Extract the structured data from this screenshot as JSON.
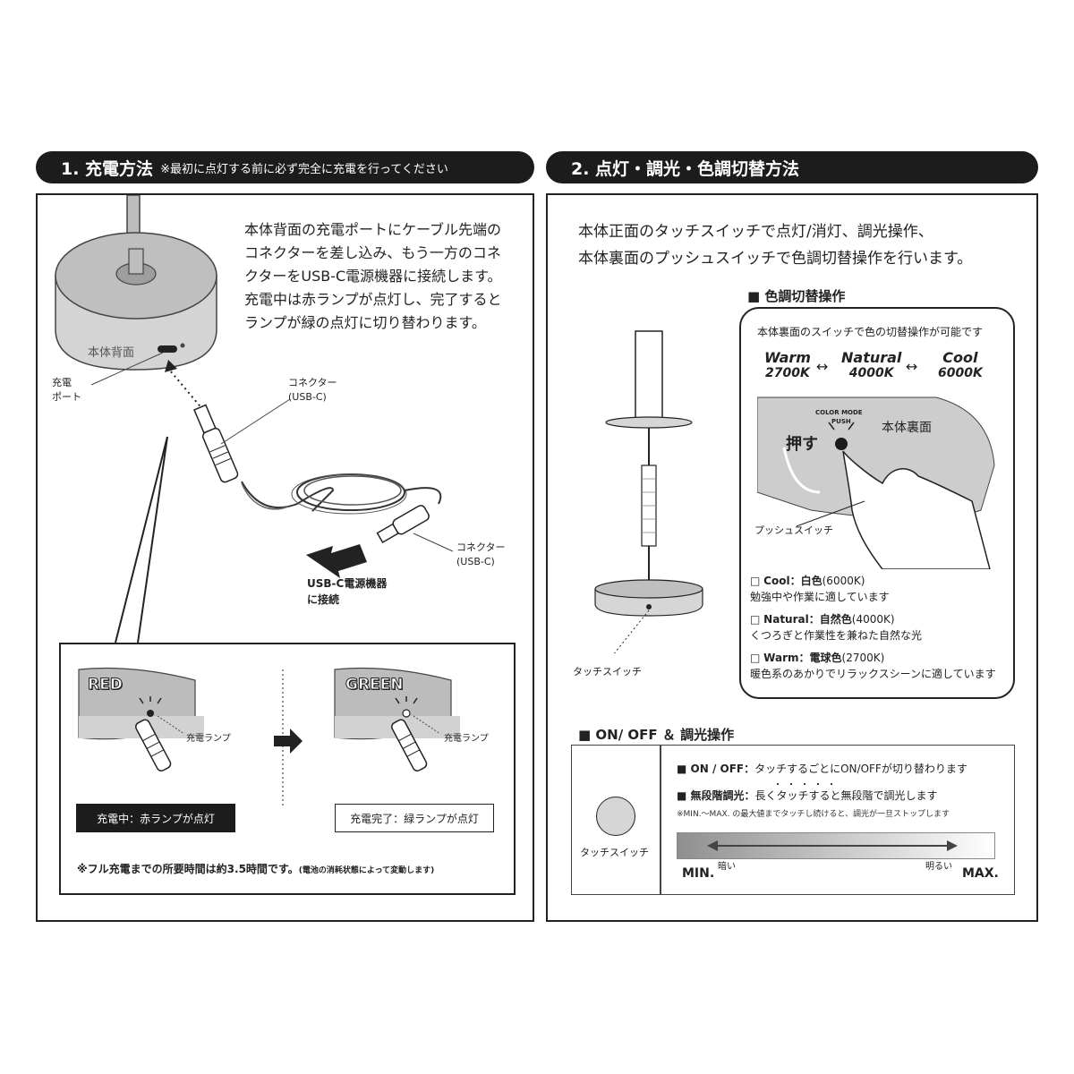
{
  "section1": {
    "title": "1. 充電方法",
    "note": "※最初に点灯する前に必ず完全に充電を行ってください",
    "description": [
      "本体背面の充電ポートにケーブル先端の",
      "コネクターを差し込み、もう一方のコネ",
      "クターをUSB-C電源機器に接続します。",
      "充電中は赤ランプが点灯し、完了すると",
      "ランプが緑の点灯に切り替わります。"
    ],
    "base_label": "本体背面",
    "port_label": [
      "充電",
      "ポート"
    ],
    "connector_top": [
      "コネクター",
      "(USB-C)"
    ],
    "connector_bottom": [
      "コネクター",
      "(USB-C)"
    ],
    "power_label": [
      "USB-C電源機器",
      "に接続"
    ],
    "red": {
      "title": "RED",
      "lamp": "充電ランプ",
      "caption": "充電中：赤ランプが点灯"
    },
    "green": {
      "title": "GREEN",
      "lamp": "充電ランプ",
      "caption": "充電完了：緑ランプが点灯"
    },
    "footnote": "※フル充電までの所要時間は約3.5時間です。",
    "footnote_small": "(電池の消耗状態によって変動します)",
    "colors": {
      "red_fill": "#222222",
      "caption_red_bg": "#1c1c1c"
    }
  },
  "section2": {
    "title": "2. 点灯・調光・色調切替方法",
    "description": [
      "本体正面のタッチスイッチで点灯/消灯、調光操作、",
      "本体裏面のプッシュスイッチで色調切替操作を行います。"
    ],
    "touch_switch_label": "タッチスイッチ",
    "color_section_title": "■ 色調切替操作",
    "color_box": {
      "header": "本体裏面のスイッチで色の切替操作が可能です",
      "modes": [
        {
          "name": "Warm",
          "k": "2700K"
        },
        {
          "name": "Natural",
          "k": "4000K"
        },
        {
          "name": "Cool",
          "k": "6000K"
        }
      ],
      "color_mode": "COLOR MODE",
      "push": "PUSH",
      "press": "押す",
      "back_label": "本体裏面",
      "push_switch": "プッシュスイッチ",
      "options": [
        {
          "box": "□",
          "name": "Cool",
          "sep": "：",
          "color": "白色",
          "k": "(6000K)",
          "desc": "勉強中や作業に適しています"
        },
        {
          "box": "□",
          "name": "Natural",
          "sep": "：",
          "color": "自然色",
          "k": "(4000K)",
          "desc": "くつろぎと作業性を兼ねた自然な光"
        },
        {
          "box": "□",
          "name": "Warm",
          "sep": "：",
          "color": "電球色",
          "k": "(2700K)",
          "desc": "暖色系のあかりでリラックスシーンに適しています"
        }
      ]
    },
    "onoff_title": "■ ON/ OFF ＆ 調光操作",
    "onoff_box": {
      "switch_label": "タッチスイッチ",
      "line1_label": "■ ON / OFF：",
      "line1_text": "タッチするごとにON/OFFが切り替わります",
      "line2_label": "■ 無段階調光：",
      "line2_text": "長くタッチすると無段階で調光します",
      "note": "※MIN.〜MAX. の最大値までタッチし続けると、調光が一旦ストップします",
      "dark": "暗い",
      "bright": "明るい",
      "min": "MIN.",
      "max": "MAX."
    }
  }
}
